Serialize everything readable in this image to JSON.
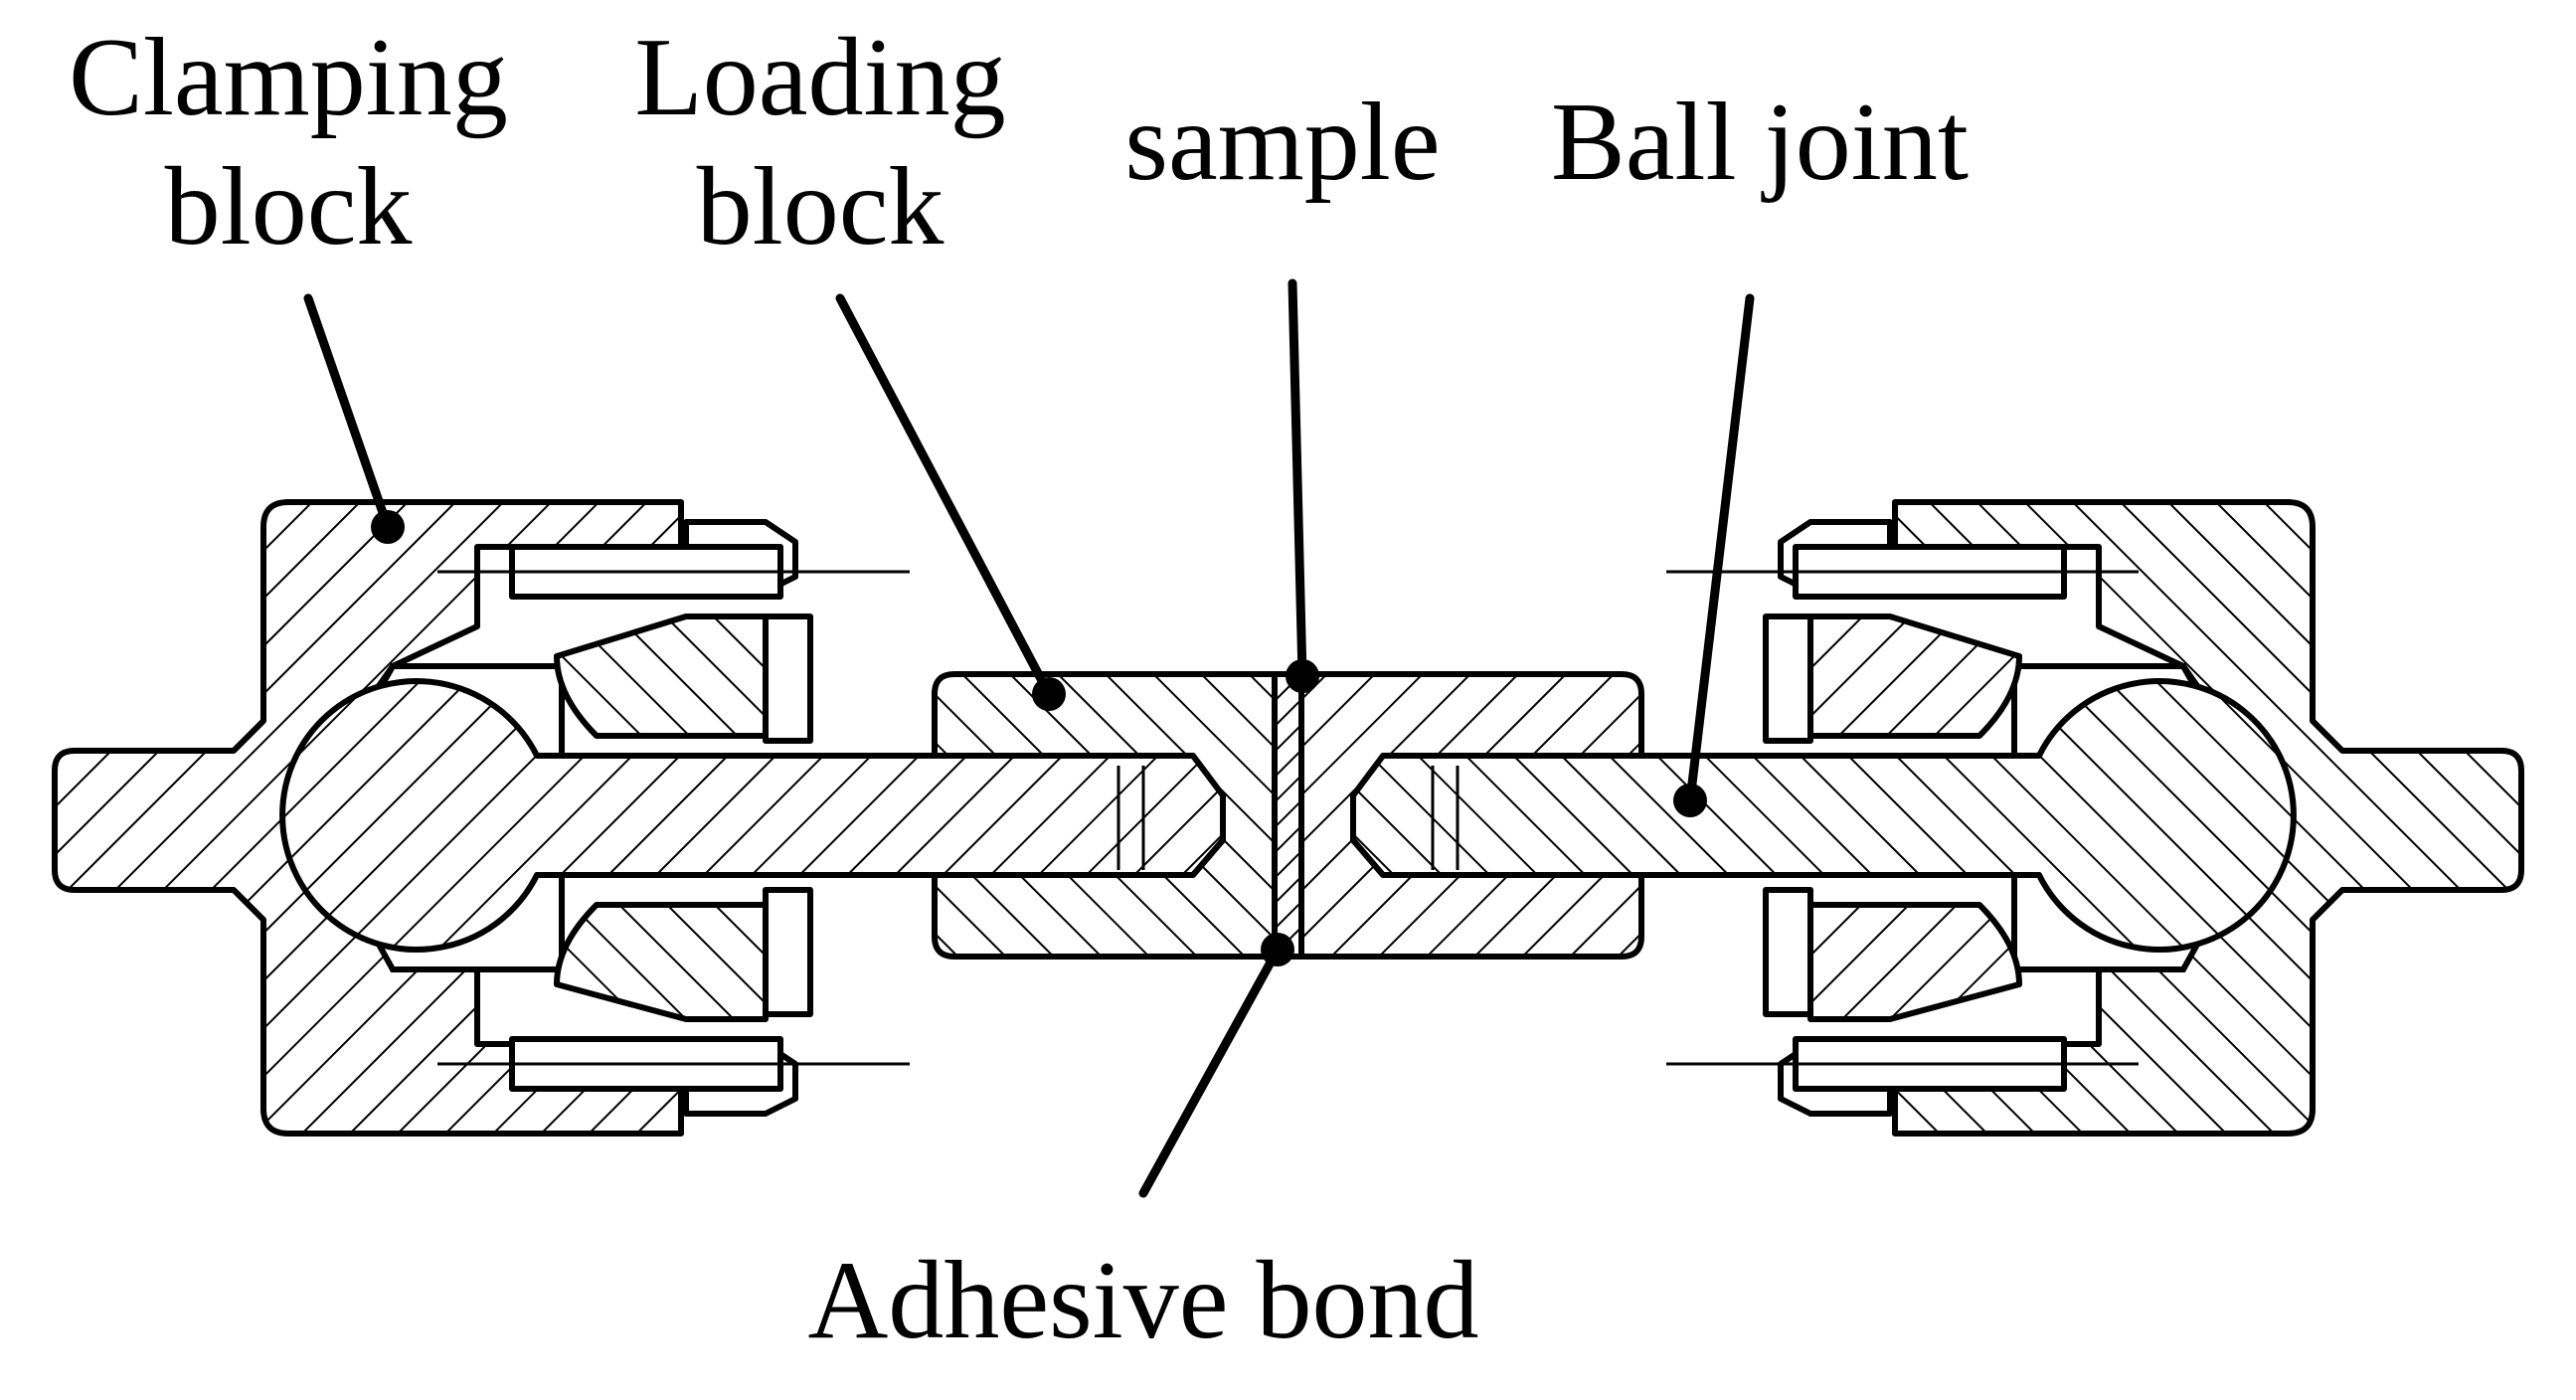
{
  "labels": {
    "clamping_block_line1": "Clamping",
    "clamping_block_line2": "block",
    "loading_block_line1": "Loading",
    "loading_block_line2": "block",
    "sample": "sample",
    "ball_joint": "Ball joint",
    "adhesive_bond": "Adhesive bond"
  },
  "colors": {
    "ink": "#000000",
    "background": "#ffffff"
  }
}
